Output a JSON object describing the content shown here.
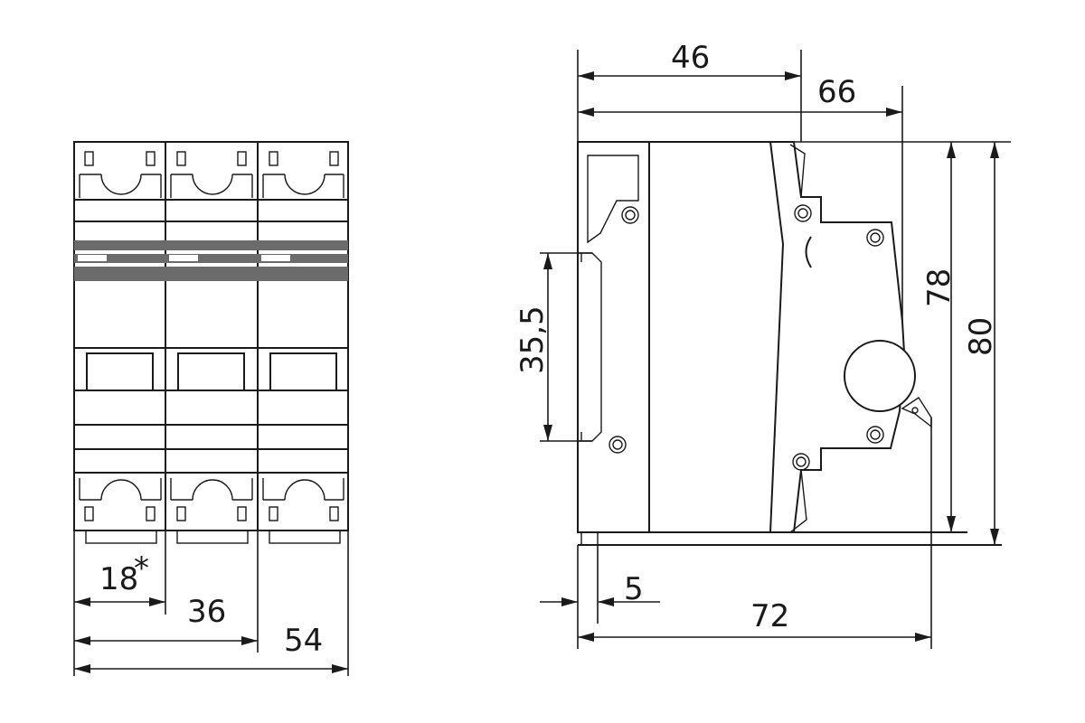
{
  "front_view": {
    "dimensions": {
      "pole_width": "18",
      "pole_width_note": "*",
      "two_pole_width": "36",
      "total_width": "54"
    }
  },
  "side_view": {
    "dimensions": {
      "depth_to_handle": "46",
      "depth_total": "66",
      "din_rail_height": "35,5",
      "height_body": "78",
      "height_total": "80",
      "rail_offset": "5",
      "depth_base": "72"
    }
  }
}
